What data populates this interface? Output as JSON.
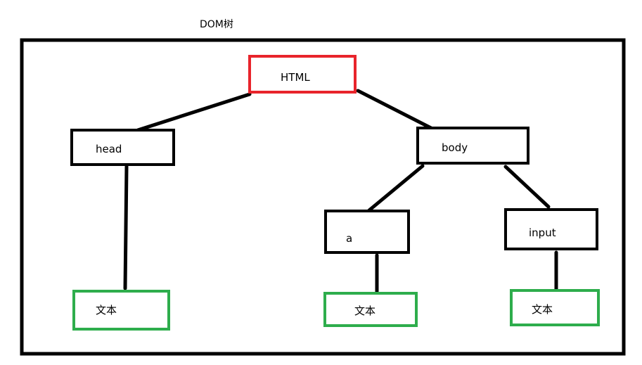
{
  "title": "DOM树",
  "nodes": {
    "html": {
      "label": "HTML"
    },
    "head": {
      "label": "head"
    },
    "body": {
      "label": "body"
    },
    "a": {
      "label": "a"
    },
    "input": {
      "label": "input"
    },
    "text_head": {
      "label": "文本"
    },
    "text_a": {
      "label": "文本"
    },
    "text_input": {
      "label": "文本"
    }
  },
  "edges": [
    {
      "from": "html",
      "to": "head"
    },
    {
      "from": "html",
      "to": "body"
    },
    {
      "from": "head",
      "to": "text_head"
    },
    {
      "from": "body",
      "to": "a"
    },
    {
      "from": "body",
      "to": "input"
    },
    {
      "from": "a",
      "to": "text_a"
    },
    {
      "from": "input",
      "to": "text_input"
    }
  ],
  "colors": {
    "root_border": "#e8242b",
    "element_border": "#000000",
    "text_node_border": "#2ead4c",
    "frame_border": "#000000"
  }
}
